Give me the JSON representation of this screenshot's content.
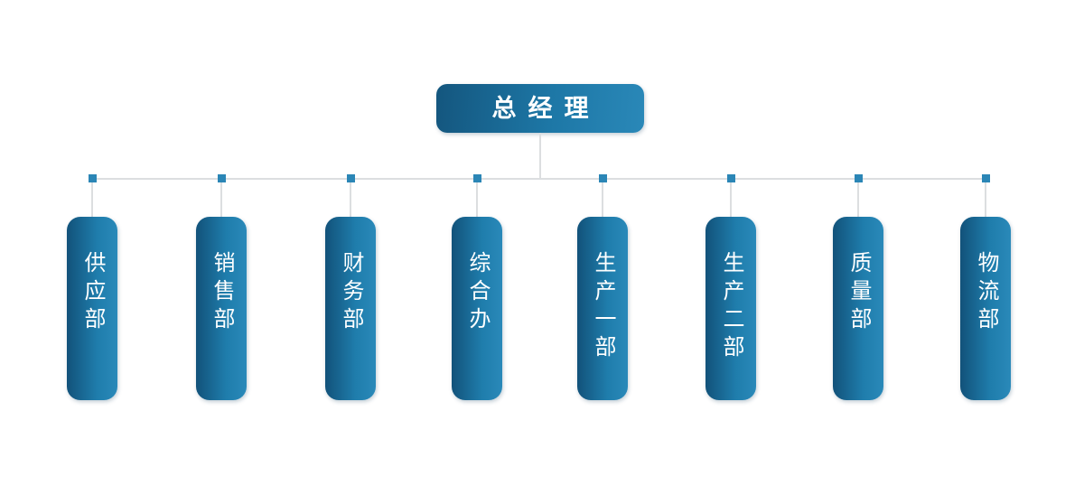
{
  "org_chart": {
    "type": "org-chart",
    "root": {
      "label": "总经理"
    },
    "departments": [
      {
        "label": "供应部"
      },
      {
        "label": "销售部"
      },
      {
        "label": "财务部"
      },
      {
        "label": "综合办"
      },
      {
        "label": "生产一部"
      },
      {
        "label": "生产二部"
      },
      {
        "label": "质量部"
      },
      {
        "label": "物流部"
      }
    ],
    "colors": {
      "background": "#ffffff",
      "node_gradient_dark": "#12527a",
      "node_gradient_light": "#2a89b9",
      "connector_line": "#dcdee0",
      "connector_square": "#2b86b6",
      "text": "#ffffff"
    }
  }
}
